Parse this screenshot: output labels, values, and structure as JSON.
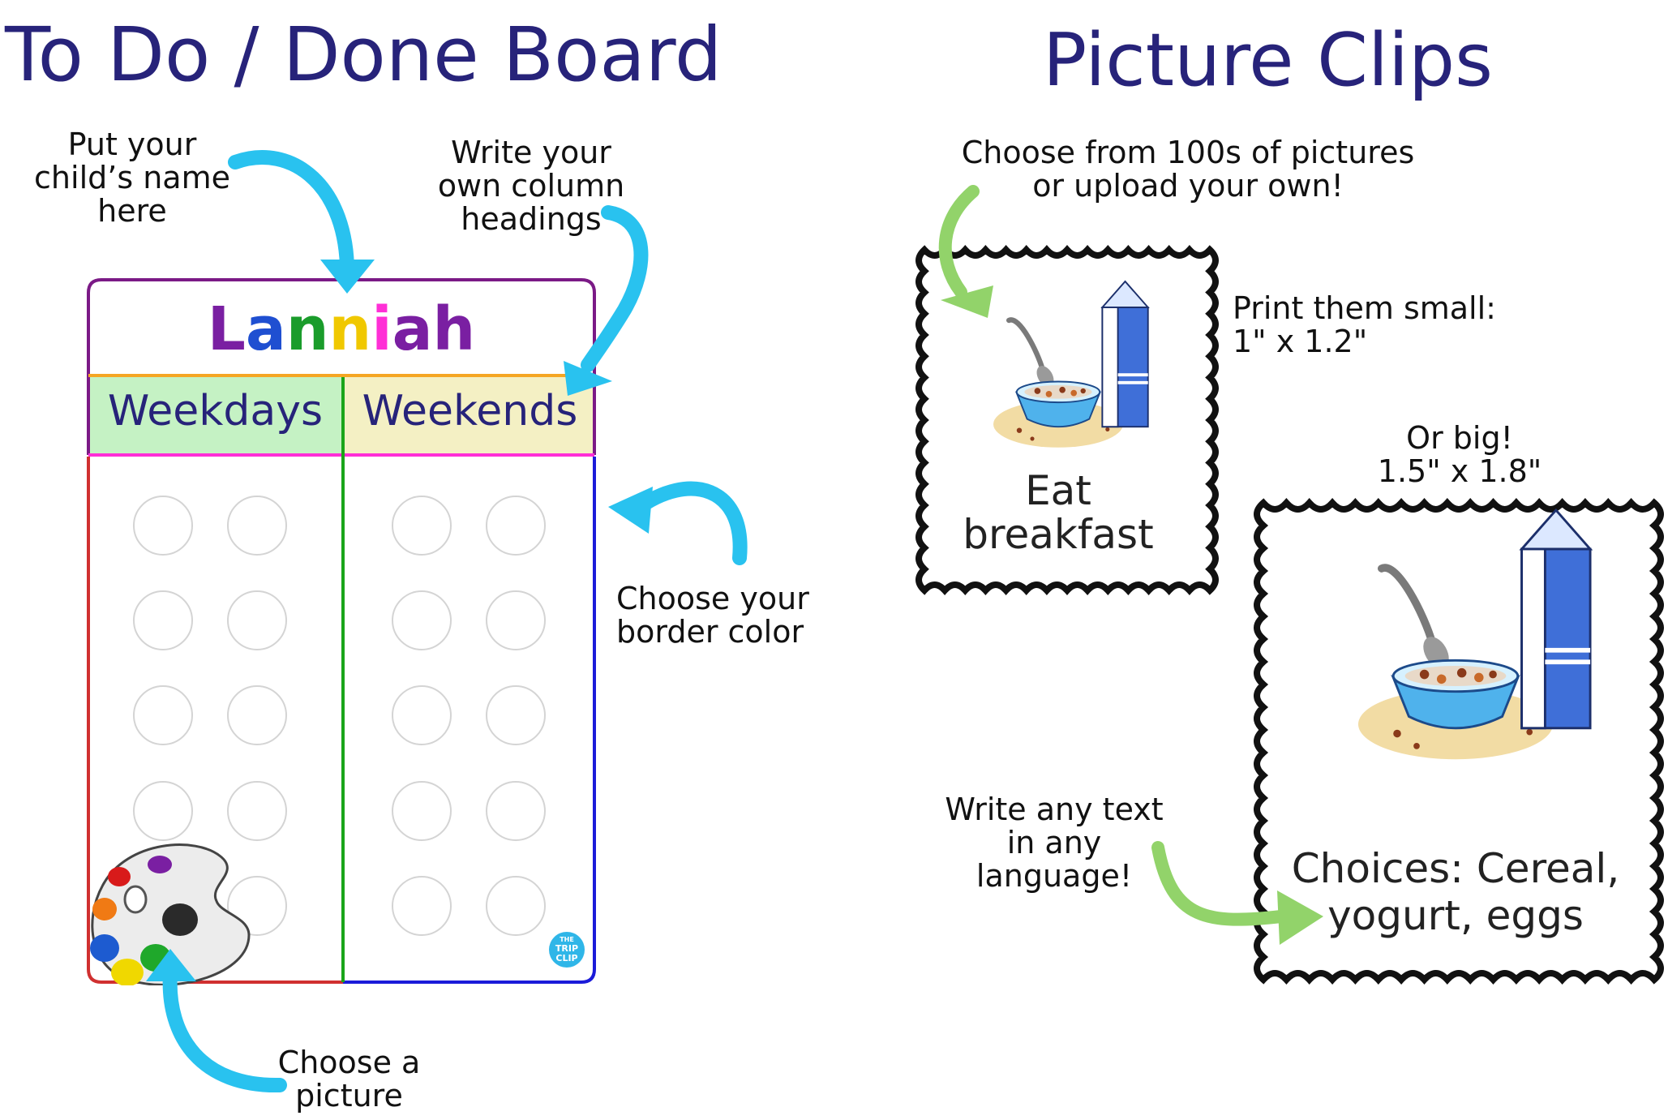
{
  "titles": {
    "left": "To Do / Done Board",
    "right": "Picture Clips"
  },
  "annotations": {
    "name_tip": "Put your\nchild’s name\nhere",
    "headings_tip": "Write your\nown column\nheadings",
    "border_tip": "Choose your\nborder color",
    "picture_tip": "Choose a\npicture",
    "library_tip": "Choose from 100s of pictures\nor upload your own!",
    "small_tip": "Print them small:\n1\" x 1.2\"",
    "big_tip": "Or big!\n1.5\" x 1.8\"",
    "text_tip": "Write any text\nin any\nlanguage!"
  },
  "board": {
    "name_letters": [
      {
        "char": "L",
        "color": "#7a1fa2"
      },
      {
        "char": "a",
        "color": "#1f4fd1"
      },
      {
        "char": "n",
        "color": "#1a9c2b"
      },
      {
        "char": "n",
        "color": "#f0c800"
      },
      {
        "char": "i",
        "color": "#ff2fd6"
      },
      {
        "char": "a",
        "color": "#7a1fa2"
      },
      {
        "char": "h",
        "color": "#7a1fa2"
      }
    ],
    "columns": [
      "Weekdays",
      "Weekends"
    ],
    "colors": {
      "top_border": "#7b1a86",
      "heading_line": "#f5a623",
      "heading_bottom": "#ff2fd6",
      "weekdays_fill": "#c5f2c4",
      "weekends_fill": "#f4f0c4",
      "left_border": "#d03030",
      "divider": "#1aa51a",
      "right_border": "#1b1bd9"
    },
    "logo_text": [
      "THE",
      "TRIP",
      "CLIP"
    ]
  },
  "clips": {
    "small": {
      "label": "Eat\nbreakfast"
    },
    "big": {
      "label": "Choices: Cereal,\nyogurt, eggs"
    }
  },
  "colors": {
    "title": "#27237a",
    "blue_arrow": "#29c2ef",
    "green_arrow": "#92d36a"
  }
}
